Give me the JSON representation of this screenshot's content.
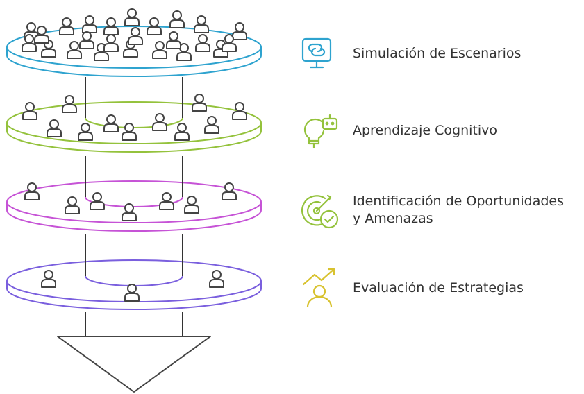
{
  "layers": [
    {
      "label_lines": [
        "Simulación de Escenarios"
      ],
      "color": "#2ea3cf",
      "people": 24,
      "icon": "monitor-icon"
    },
    {
      "label_lines": [
        "Aprendizaje Cognitivo"
      ],
      "color": "#94c23c",
      "people": 11,
      "icon": "lightbulb-robot-icon"
    },
    {
      "label_lines": [
        "Identificación de Oportunidades",
        "y Amenazas"
      ],
      "color": "#c653d6",
      "people": 7,
      "icon": "target-check-icon"
    },
    {
      "label_lines": [
        "Evaluación de Estrategias"
      ],
      "color": "#7a5fde",
      "people": 3,
      "icon": "person-growth-icon"
    }
  ],
  "colors": {
    "text": "#333333",
    "person_stroke": "#444444",
    "arrow_stroke": "#444444",
    "icon_yellow": "#d8c22e"
  }
}
